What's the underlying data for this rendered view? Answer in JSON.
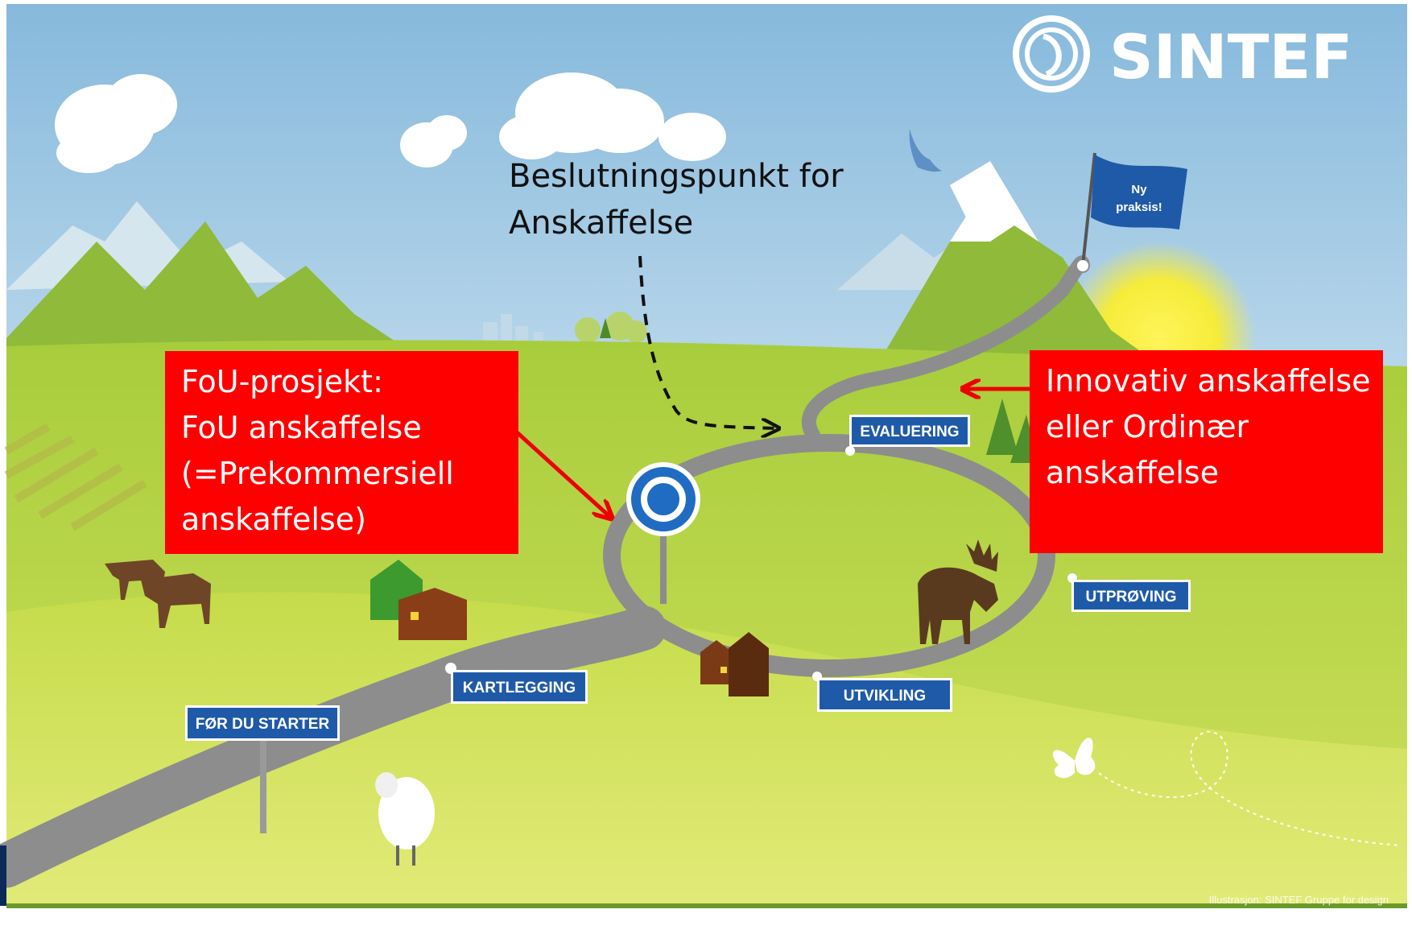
{
  "logo": {
    "name": "SINTEF"
  },
  "flag": {
    "lines": [
      "Ny",
      "praksis!"
    ]
  },
  "decision_label": {
    "lines": [
      "Beslutningspunkt for",
      "Anskaffelse"
    ]
  },
  "callout_left": {
    "lines": [
      "FoU-prosjekt:",
      "FoU anskaffelse",
      "(=Prekommersiell",
      "anskaffelse)"
    ],
    "color": "#fe0000"
  },
  "callout_right": {
    "lines": [
      "Innovativ anskaffelse",
      "eller Ordinær",
      "anskaffelse"
    ],
    "color": "#fe0000"
  },
  "road_signs": {
    "for_du_starter": "FØR DU STARTER",
    "kartlegging": "KARTLEGGING",
    "utvikling": "UTVIKLING",
    "utproving": "UTPRØVING",
    "evaluering": "EVALUERING"
  },
  "credit": "Illustrasjon: SINTEF Gruppe for design",
  "colors": {
    "sky": "#a9cfe8",
    "grass": "#9cc93a",
    "road": "#8d8d8d",
    "sign_blue": "#1f5aa8",
    "navy_strip": "#0b2a5a"
  },
  "icons": [
    "roundabout-sign-icon",
    "bird-icon",
    "butterfly-icon",
    "moose-icon",
    "cow-icon",
    "sheep-icon",
    "house-icon",
    "tree-icon",
    "cloud-icon",
    "sun-icon",
    "flag-icon"
  ]
}
